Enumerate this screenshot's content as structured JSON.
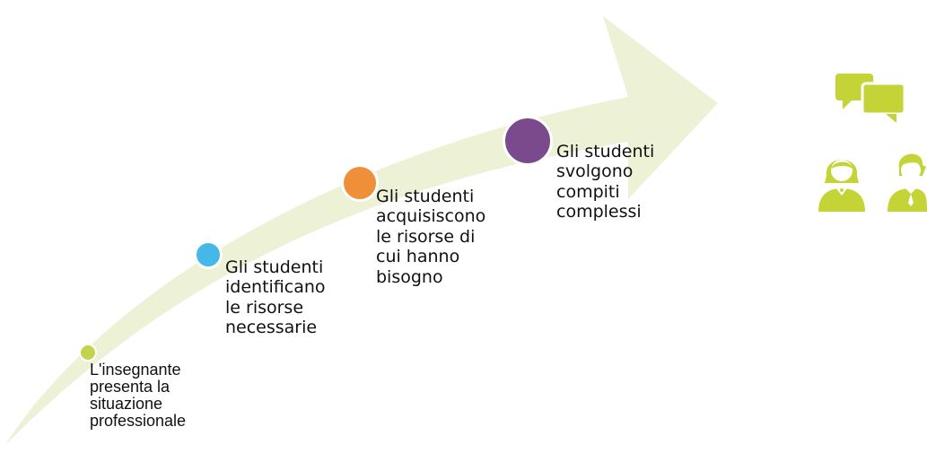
{
  "steps": [
    {
      "label": "L'insegnante\npresenta la\nsituazione\nprofessionale",
      "dot_color": "#c5d34a"
    },
    {
      "label": "Gli studenti\nidentificano\nle risorse\nnecessarie",
      "dot_color": "#44b8e6"
    },
    {
      "label": "Gli studenti\nacquisiscono\nle risorse di\ncui hanno\nbisogno",
      "dot_color": "#f08f3a"
    },
    {
      "label": "Gli studenti\nsvolgono\ncompiti\ncomplessi",
      "dot_color": "#7b4a8c"
    }
  ],
  "colors": {
    "arrow": "#edf1d6",
    "icon": "#c4d436",
    "text": "#111111"
  },
  "icons": [
    "speech-bubbles-icon",
    "female-person-icon",
    "male-person-icon"
  ]
}
